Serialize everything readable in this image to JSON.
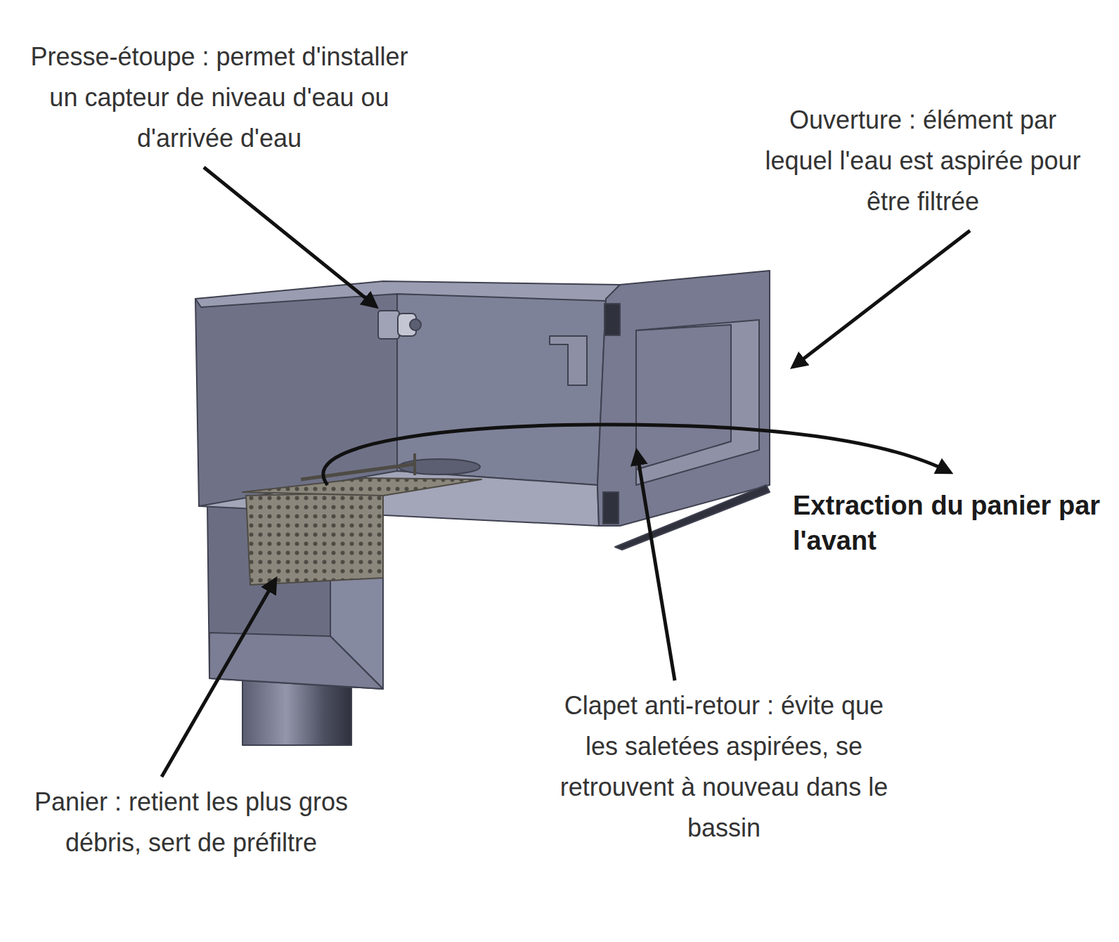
{
  "diagram": {
    "labels": [
      "Presse-étoupe : permet d'installer un capteur de niveau d'eau ou d'arrivée d'eau",
      "Ouverture : élément par lequel l'eau est aspirée pour être filtrée",
      "Extraction du panier par l'avant",
      "Clapet anti-retour : évite que les saletées aspirées, se retrouvent à nouveau dans le bassin",
      "Panier : retient les plus gros débris, sert de préfiltre"
    ]
  }
}
